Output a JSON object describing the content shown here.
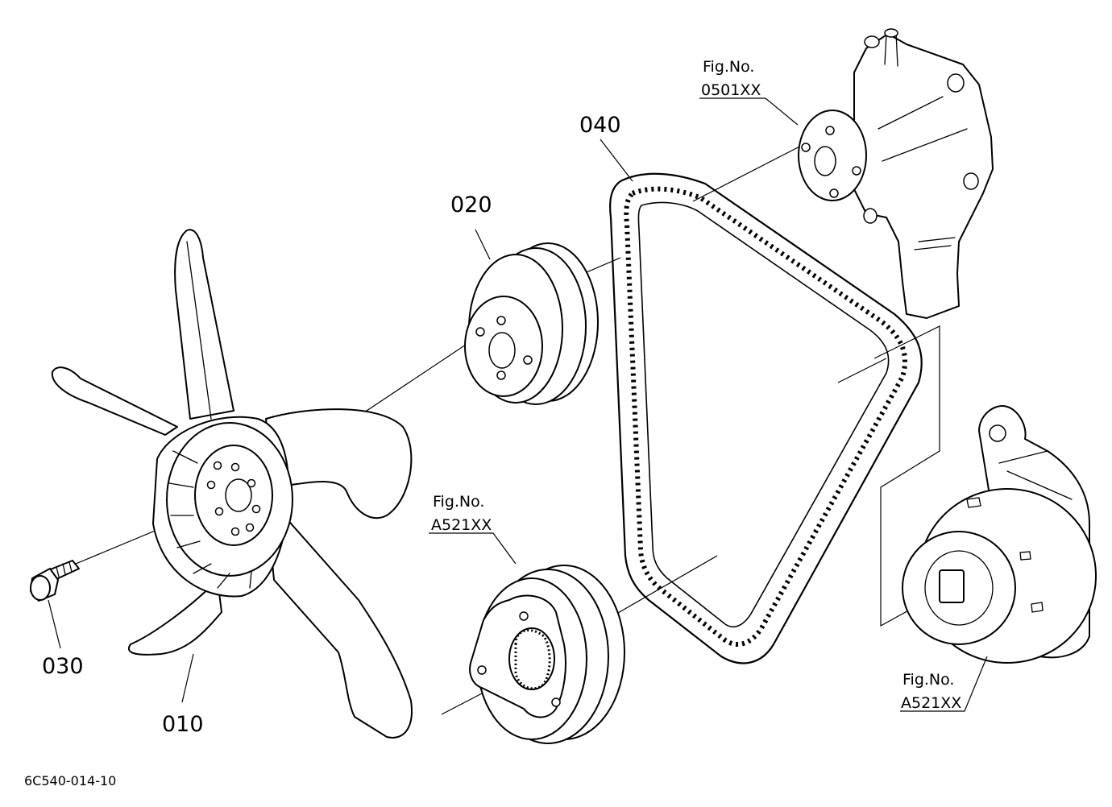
{
  "parts": {
    "p010": "010",
    "p020": "020",
    "p030": "030",
    "p040": "040"
  },
  "references": {
    "water_pump": {
      "fig": "Fig.No.",
      "code": "0501XX"
    },
    "crank_pulley": {
      "fig": "Fig.No.",
      "code": "A521XX"
    },
    "alternator": {
      "fig": "Fig.No.",
      "code": "A521XX"
    }
  },
  "drawing_code": "6C540-014-10"
}
